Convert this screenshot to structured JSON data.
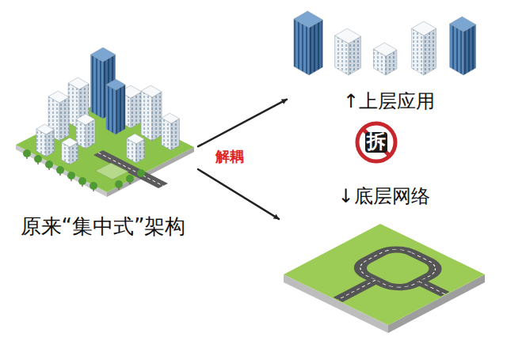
{
  "diagram": {
    "nodes": [
      {
        "text": [
          "原来“集中式”架构"
        ]
      },
      {
        "text": [
          "↑上层应用"
        ]
      },
      {
        "text": [
          "拆"
        ]
      },
      {
        "text": [
          "↓底层网络"
        ]
      }
    ],
    "edges": [
      {
        "from": 0,
        "to": 1,
        "arrow": "to"
      },
      {
        "from": 0,
        "to": 3,
        "arrow": "to"
      }
    ],
    "labels": [
      "解耦"
    ]
  }
}
